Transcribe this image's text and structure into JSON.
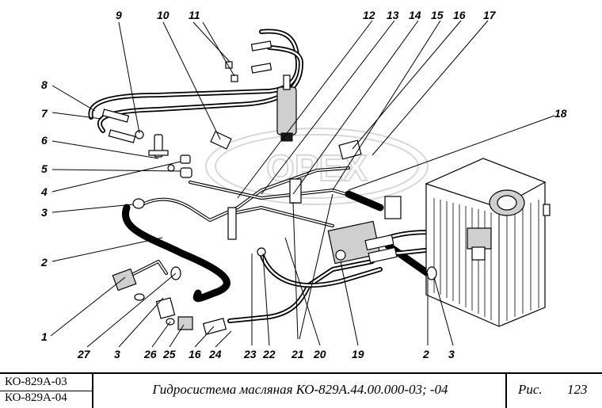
{
  "callouts": {
    "c1": "1",
    "c2a": "2",
    "c2b": "2",
    "c3a": "3",
    "c3b": "3",
    "c3c": "3",
    "c4": "4",
    "c5": "5",
    "c6": "6",
    "c7": "7",
    "c8": "8",
    "c9": "9",
    "c10": "10",
    "c11": "11",
    "c12": "12",
    "c13": "13",
    "c14": "14",
    "c15": "15",
    "c16a": "16",
    "c16b": "16",
    "c17": "17",
    "c18": "18",
    "c19": "19",
    "c20": "20",
    "c21": "21",
    "c22": "22",
    "c23": "23",
    "c24": "24",
    "c25": "25",
    "c26": "26",
    "c27": "27"
  },
  "title_block": {
    "models": [
      "КО-829А-03",
      "КО-829А-04"
    ],
    "title": "Гидросистема масляная КО-829А.44.00.000-03; -04",
    "fig_label": "Рис.",
    "fig_number": "123"
  },
  "colors": {
    "ink": "#000000",
    "paper": "#ffffff",
    "watermark": "#d8d8d8"
  }
}
